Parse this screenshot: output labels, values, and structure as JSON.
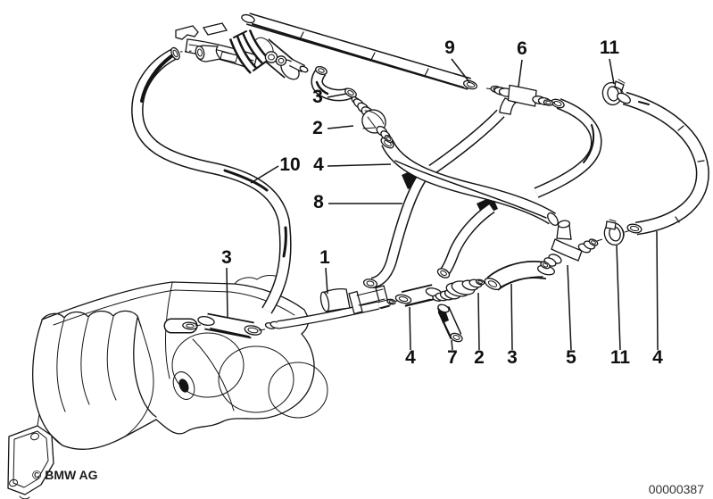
{
  "figure": {
    "background": "#ffffff",
    "line_color": "#141414",
    "copyright": "© BMW AG",
    "plate_number": "00000387",
    "callouts": [
      {
        "id": "hose-3-top",
        "label": "3"
      },
      {
        "id": "valve-2-top",
        "label": "2"
      },
      {
        "id": "hose-10",
        "label": "10"
      },
      {
        "id": "hose-4-center",
        "label": "4"
      },
      {
        "id": "hose-8",
        "label": "8"
      },
      {
        "id": "hose-9",
        "label": "9"
      },
      {
        "id": "t-connector-6",
        "label": "6"
      },
      {
        "id": "clamp-11-top",
        "label": "11"
      },
      {
        "id": "hose-3-manifold",
        "label": "3"
      },
      {
        "id": "pipe-1",
        "label": "1"
      },
      {
        "id": "hose-4-bottom-left",
        "label": "4"
      },
      {
        "id": "hose-7",
        "label": "7"
      },
      {
        "id": "valve-2-bottom",
        "label": "2"
      },
      {
        "id": "hose-3-bottom",
        "label": "3"
      },
      {
        "id": "t-connector-5",
        "label": "5"
      },
      {
        "id": "clamp-11-bottom",
        "label": "11"
      },
      {
        "id": "hose-4-right",
        "label": "4"
      }
    ]
  }
}
